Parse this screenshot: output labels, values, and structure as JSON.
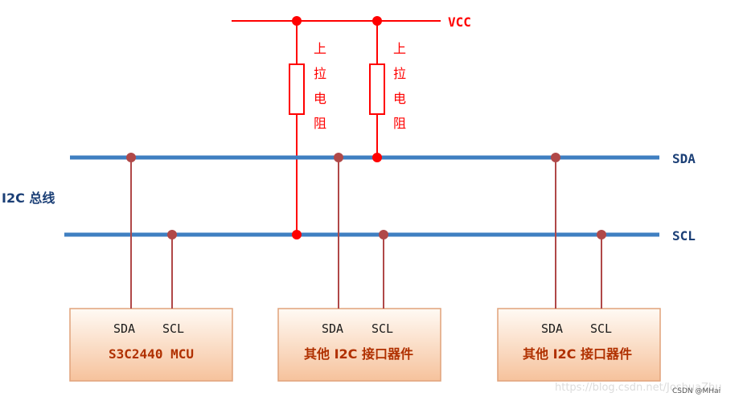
{
  "colors": {
    "bus": "#3f7fc1",
    "power": "#ff0000",
    "wire": "#b04848",
    "joint": "#b04848",
    "bus_label": "#1b3f76",
    "chip_text": "#b03000",
    "pin_text": "#1a1a1a",
    "box_fill_top": "#fffaf4",
    "box_fill_bottom": "#f6c29c",
    "box_stroke": "#e0a27a"
  },
  "labels": {
    "vcc": "VCC",
    "sda_bus": "SDA",
    "scl_bus": "SCL",
    "bus_name": "I2C 总线",
    "resistor_1": [
      "上",
      "拉",
      "电",
      "阻"
    ],
    "resistor_2": [
      "上",
      "拉",
      "电",
      "阻"
    ]
  },
  "devices": [
    {
      "name": "S3C2440 MCU",
      "pin_sda": "SDA",
      "pin_scl": "SCL"
    },
    {
      "name": "其他 I2C 接口器件",
      "pin_sda": "SDA",
      "pin_scl": "SCL"
    },
    {
      "name": "其他 I2C 接口器件",
      "pin_sda": "SDA",
      "pin_scl": "SCL"
    }
  ],
  "watermark": {
    "url": "https://blog.csdn.net/JoshuaZhu",
    "tag": "CSDN @MHai"
  }
}
